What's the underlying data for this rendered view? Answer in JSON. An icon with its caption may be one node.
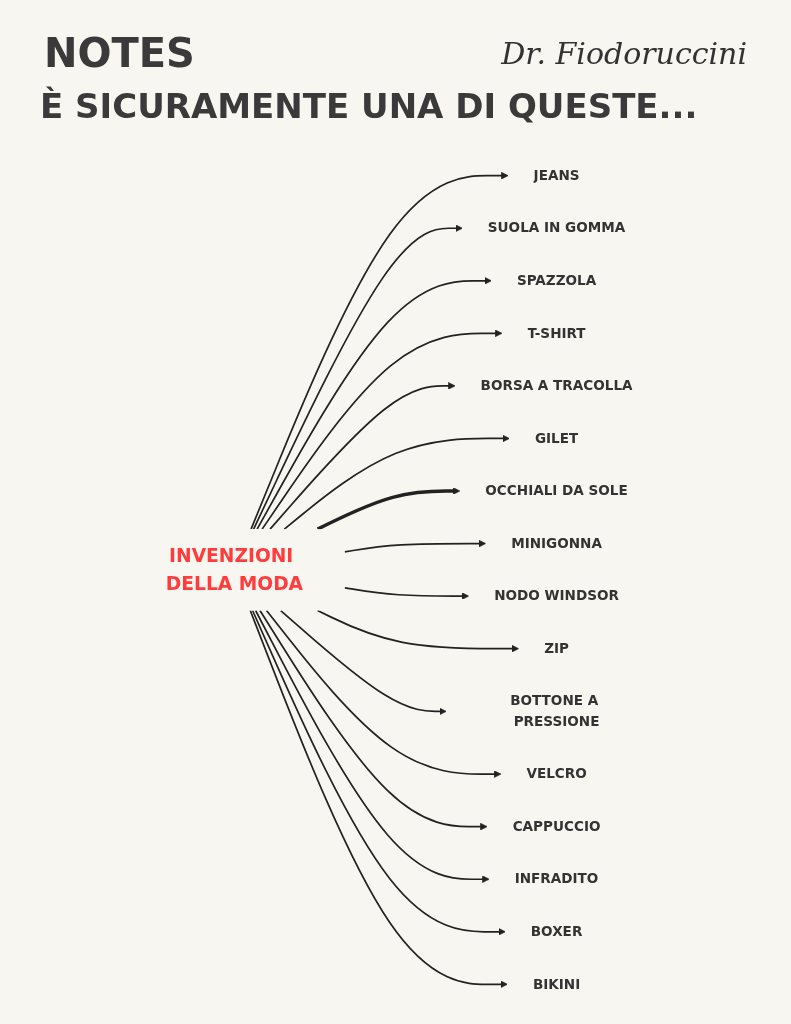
{
  "diagram": {
    "title": "È SICURAMENTE UNA DI QUESTE...",
    "nodes": [
      {
        "text": [
          "INVENZIONI DELLA MODA"
        ]
      },
      {
        "text": [
          "JEANS"
        ]
      },
      {
        "text": [
          "SUOLA IN GOMMA"
        ]
      },
      {
        "text": [
          "SPAZZOLA"
        ]
      },
      {
        "text": [
          "T-SHIRT"
        ]
      },
      {
        "text": [
          "BORSA A TRACOLLA"
        ]
      },
      {
        "text": [
          "GILET"
        ]
      },
      {
        "text": [
          "OCCHIALI DA SOLE"
        ]
      },
      {
        "text": [
          "MINIGONNA"
        ]
      },
      {
        "text": [
          "NODO WINDSOR"
        ]
      },
      {
        "text": [
          "ZIP"
        ]
      },
      {
        "text": [
          "BOTTONE A PRESSIONE"
        ]
      },
      {
        "text": [
          "VELCRO"
        ]
      },
      {
        "text": [
          "CAPPUCCIO"
        ]
      },
      {
        "text": [
          "INFRADITO"
        ]
      },
      {
        "text": [
          "BOXER"
        ]
      },
      {
        "text": [
          "BIKINI"
        ]
      }
    ],
    "edges": [
      {
        "from": 0,
        "to": 1,
        "arrow": "to"
      },
      {
        "from": 0,
        "to": 2,
        "arrow": "to"
      },
      {
        "from": 0,
        "to": 3,
        "arrow": "to"
      },
      {
        "from": 0,
        "to": 4,
        "arrow": "to"
      },
      {
        "from": 0,
        "to": 5,
        "arrow": "to"
      },
      {
        "from": 0,
        "to": 6,
        "arrow": "to"
      },
      {
        "from": 0,
        "to": 7,
        "arrow": "to",
        "style": "thick"
      },
      {
        "from": 0,
        "to": 8,
        "arrow": "to"
      },
      {
        "from": 0,
        "to": 9,
        "arrow": "to"
      },
      {
        "from": 0,
        "to": 10,
        "arrow": "to"
      },
      {
        "from": 0,
        "to": 11,
        "arrow": "to"
      },
      {
        "from": 0,
        "to": 12,
        "arrow": "to"
      },
      {
        "from": 0,
        "to": 13,
        "arrow": "to"
      },
      {
        "from": 0,
        "to": 14,
        "arrow": "to"
      },
      {
        "from": 0,
        "to": 15,
        "arrow": "to"
      },
      {
        "from": 0,
        "to": 16,
        "arrow": "to"
      }
    ],
    "labels": [
      "NOTES",
      "Dr. Fiodoruccini"
    ]
  }
}
